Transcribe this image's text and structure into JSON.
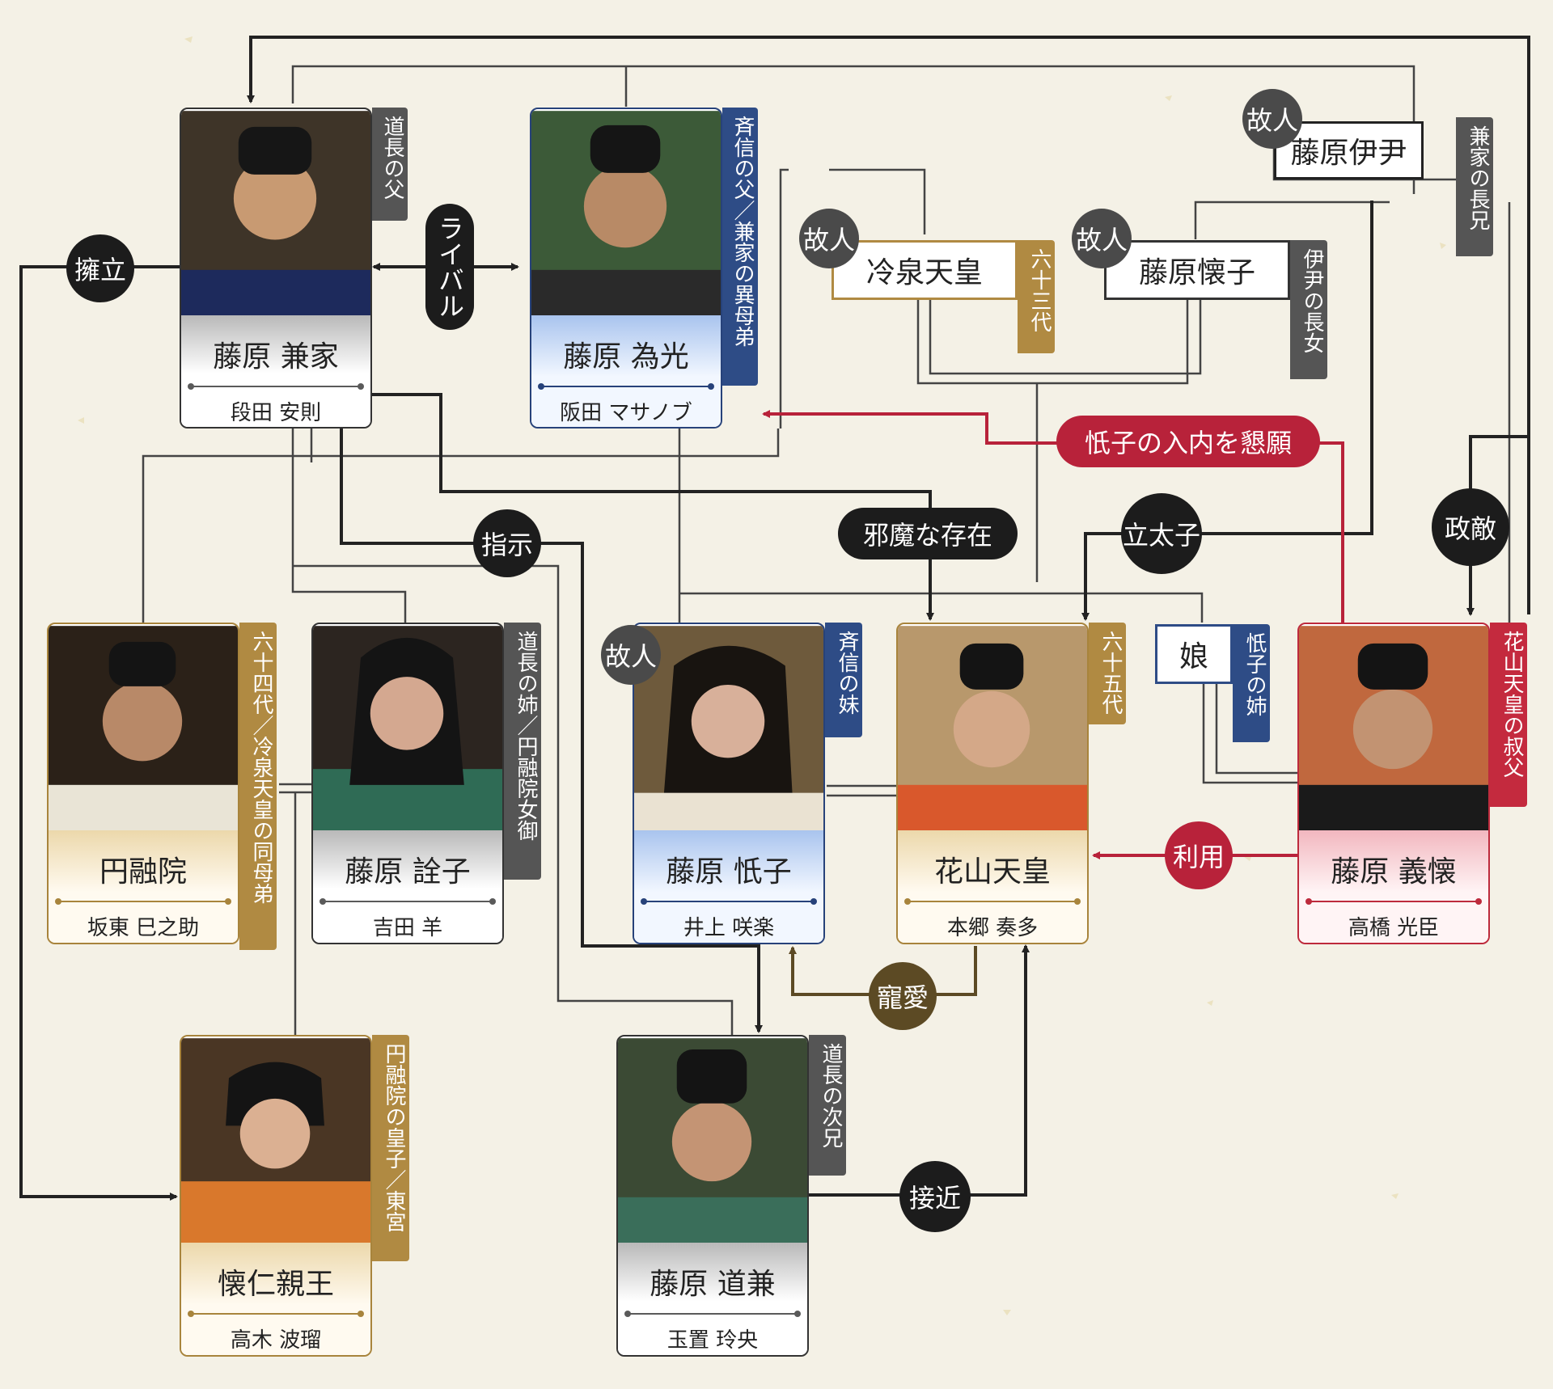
{
  "characters": [
    {
      "name": "藤原 兼家",
      "actor": "段田 安則",
      "label": "道長の父"
    },
    {
      "name": "藤原 為光",
      "actor": "阪田 マサノブ",
      "label": "斉信の父／兼家の異母弟"
    },
    {
      "name": "円融院",
      "actor": "坂東 巳之助",
      "label": "六十四代／冷泉天皇の同母弟"
    },
    {
      "name": "藤原 詮子",
      "actor": "吉田 羊",
      "label": "道長の姉／円融院女御"
    },
    {
      "name": "藤原 忯子",
      "actor": "井上 咲楽",
      "label": "斉信の妹"
    },
    {
      "name": "花山天皇",
      "actor": "本郷 奏多",
      "label": "六十五代"
    },
    {
      "name": "藤原 義懐",
      "actor": "高橋 光臣",
      "label": "花山天皇の叔父"
    },
    {
      "name": "懐仁親王",
      "actor": "高木 波瑠",
      "label": "円融院の皇子／東宮"
    },
    {
      "name": "藤原 道兼",
      "actor": "玉置 玲央",
      "label": "道長の次兄"
    }
  ],
  "boxes": [
    {
      "name": "藤原伊尹",
      "label": "兼家の長兄"
    },
    {
      "name": "冷泉天皇",
      "label": "六十三代"
    },
    {
      "name": "藤原懐子",
      "label": "伊尹の長女"
    },
    {
      "name": "娘",
      "label": "忯子の姉"
    }
  ],
  "deceased": "故人",
  "relations": {
    "rival": "ライバル",
    "yousei": "擁立",
    "shiji": "指示",
    "jama": "邪魔な存在",
    "ritaishi": "立太子",
    "seiteki": "政敵",
    "konkan": "忯子の入内を懇願",
    "riyou": "利用",
    "chouai": "寵愛",
    "sekkin": "接近"
  },
  "colors": {
    "black": "#1c1c1c",
    "gold": "#a8843c",
    "navy": "#27427a",
    "red": "#bd2a3c",
    "brown": "#5c4a24"
  }
}
